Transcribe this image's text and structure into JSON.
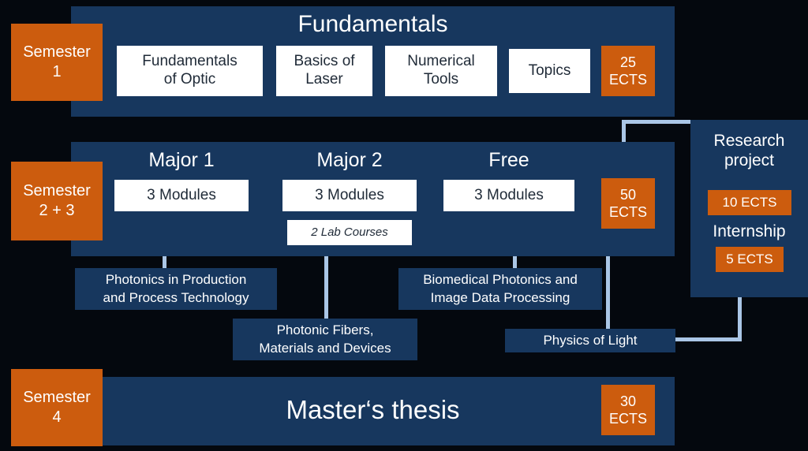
{
  "colors": {
    "background": "#04080e",
    "panel_blue": "#17375e",
    "accent_orange": "#cc5c0e",
    "connector_blue": "#aac6e6",
    "box_white": "#ffffff"
  },
  "semester1": {
    "badge": "Semester\n1",
    "title": "Fundamentals",
    "courses": [
      "Fundamentals\nof Optic",
      "Basics of\nLaser",
      "Numerical\nTools",
      "Topics"
    ],
    "ects": "25\nECTS"
  },
  "semester23": {
    "badge": "Semester\n2 + 3",
    "columns": [
      {
        "title": "Major 1",
        "modules": "3 Modules"
      },
      {
        "title": "Major 2",
        "modules": "3 Modules",
        "lab": "2 Lab Courses"
      },
      {
        "title": "Free",
        "modules": "3 Modules"
      }
    ],
    "ects": "50\nECTS"
  },
  "research": {
    "project_title": "Research\nproject",
    "project_ects": "10 ECTS",
    "internship_title": "Internship",
    "internship_ects": "5 ECTS"
  },
  "tracks": {
    "photonics_production": "Photonics in Production\nand Process Technology",
    "biomedical": "Biomedical Photonics and\nImage Data Processing",
    "photonic_fibers": "Photonic Fibers,\nMaterials and Devices",
    "physics_of_light": "Physics of Light"
  },
  "semester4": {
    "badge": "Semester\n4",
    "title": "Master‘s thesis",
    "ects": "30\nECTS"
  }
}
